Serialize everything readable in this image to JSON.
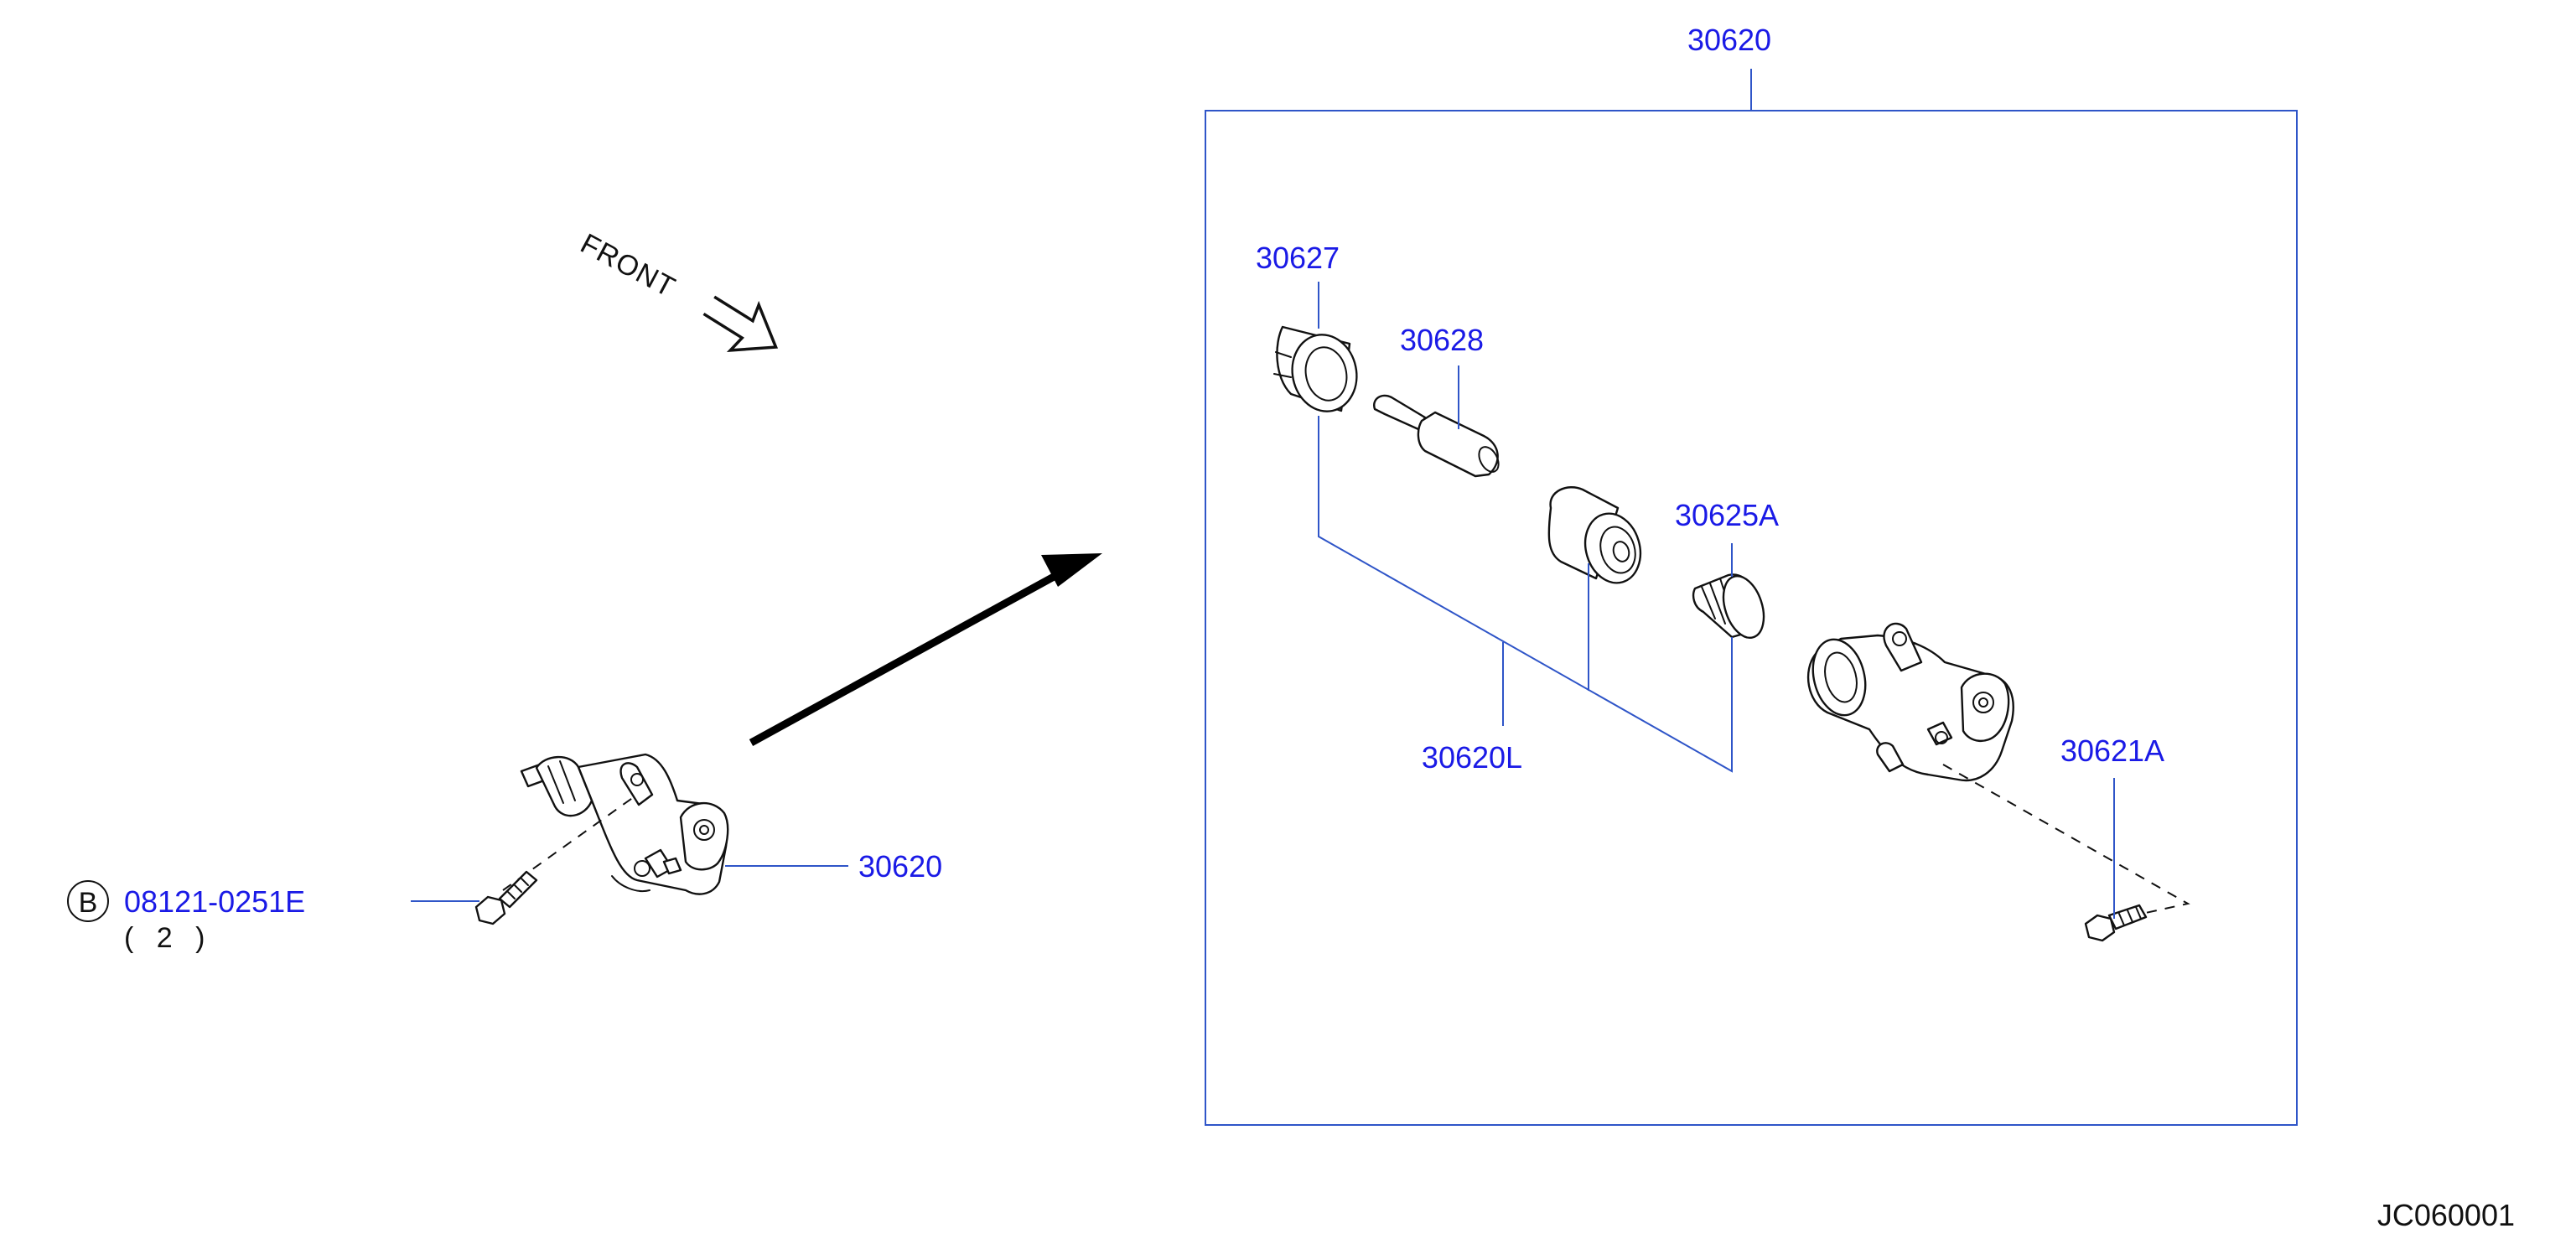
{
  "colors": {
    "callout": "#1a1ae6",
    "leader": "#2f55c8",
    "drawing": "#111111",
    "frame": "#2f55c8"
  },
  "labels": {
    "assembly_top": "30620",
    "seal_kit": "30620L",
    "boot": "30627",
    "push_rod": "30628",
    "piston_cup": "30625A",
    "bleeder": "30621A",
    "cylinder_left": "30620",
    "bolt": "08121-0251E",
    "bolt_marker": "B",
    "bolt_qty": "( 2 )",
    "front": "FRONT",
    "diagram_id": "JC060001"
  },
  "icons": {
    "front_arrow": "hollow-arrow-icon",
    "explode_arrow": "arrow-icon"
  }
}
